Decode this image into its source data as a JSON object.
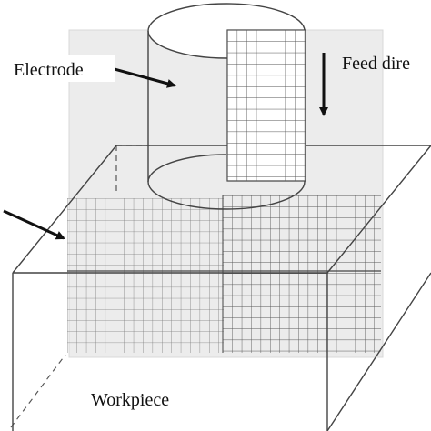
{
  "labels": {
    "electrode": "Electrode",
    "feed_direction": "Feed dire",
    "workpiece": "Workpiece"
  },
  "colors": {
    "line": "#444444",
    "grid": "#555555",
    "plane": "#e9e9e9",
    "background": "#ffffff"
  }
}
